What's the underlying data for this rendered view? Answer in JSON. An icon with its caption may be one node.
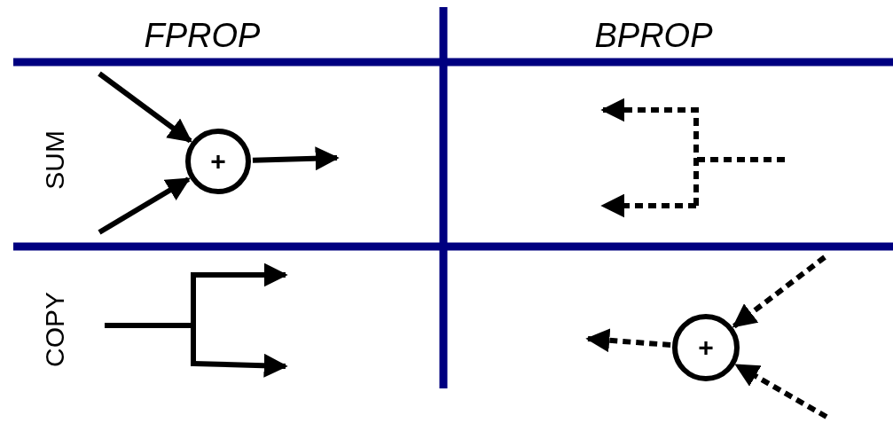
{
  "diagram": {
    "nodes": [
      {
        "text": [
          "+"
        ]
      },
      {
        "text": [
          "+"
        ]
      }
    ],
    "edges": [
      {
        "from": null,
        "to": 0,
        "arrow": "to"
      },
      {
        "from": null,
        "to": 0,
        "arrow": "to"
      },
      {
        "from": 0,
        "to": null,
        "arrow": "to"
      },
      {
        "from": null,
        "to": 1,
        "arrow": "to",
        "style": "dashed"
      },
      {
        "from": null,
        "to": 1,
        "arrow": "to",
        "style": "dashed"
      },
      {
        "from": 1,
        "to": null,
        "arrow": "to",
        "style": "dashed"
      }
    ],
    "labels": [
      "FPROP",
      "BPROP",
      "SUM",
      "COPY"
    ]
  }
}
